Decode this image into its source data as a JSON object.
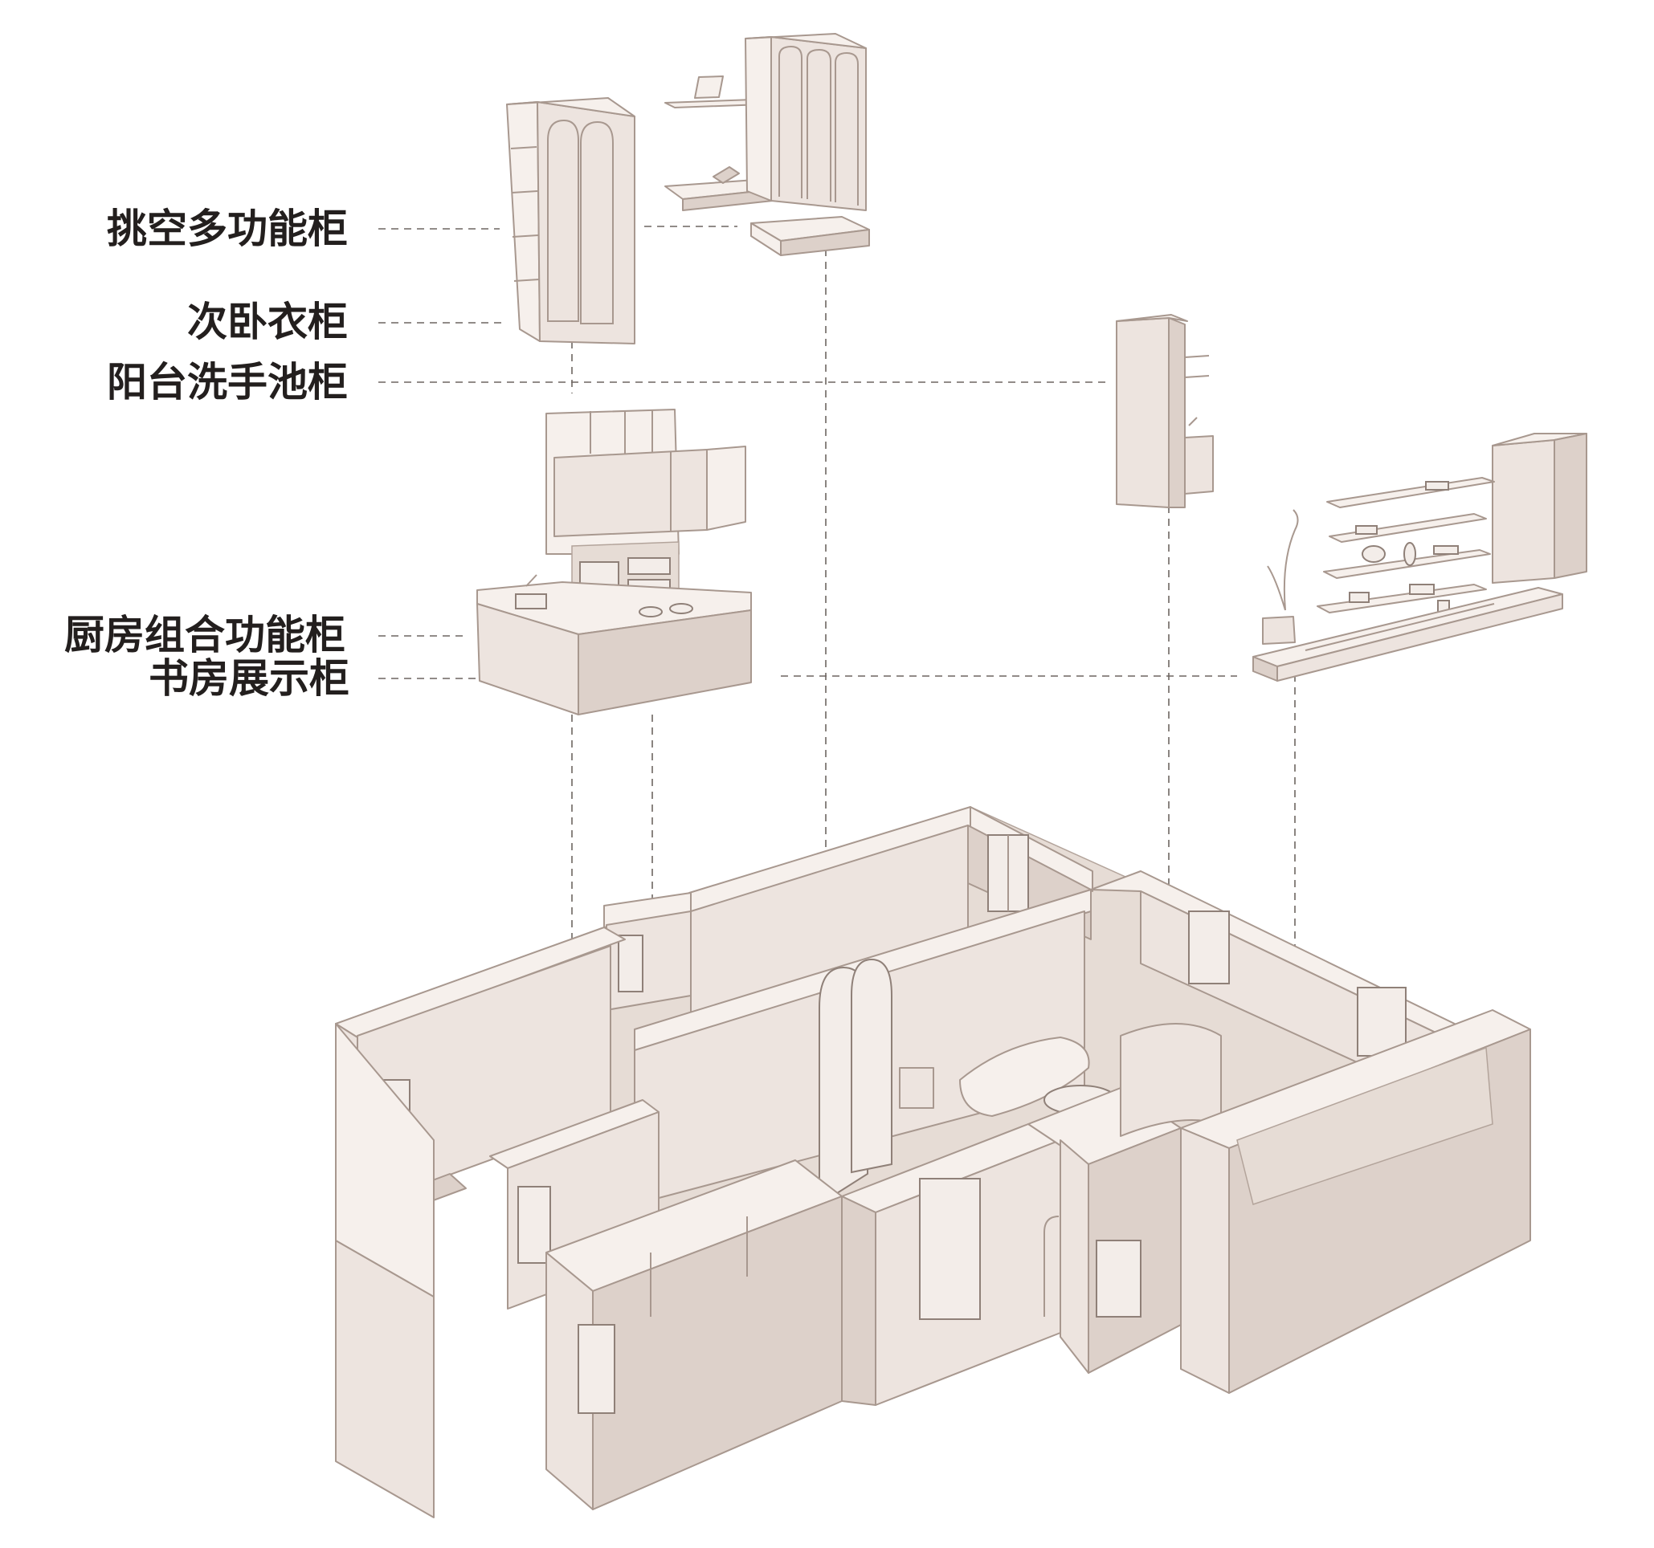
{
  "labels": [
    {
      "id": "hollow-multifunction-cabinet",
      "text": "挑空多功能柜"
    },
    {
      "id": "second-bedroom-wardrobe",
      "text": "次卧衣柜"
    },
    {
      "id": "balcony-washbasin-cabinet",
      "text": "阳台洗手池柜"
    },
    {
      "id": "kitchen-combination-cabinet",
      "text": "厨房组合功能柜"
    },
    {
      "id": "study-display-cabinet",
      "text": "书房展示柜"
    }
  ],
  "colors": {
    "wall": "#ede4df",
    "wall_light": "#f6f0ec",
    "wall_shade": "#ddd1ca",
    "floor": "#e6dcd5",
    "edge": "#a8988f",
    "leader": "#6d6561",
    "text": "#231f1e"
  }
}
